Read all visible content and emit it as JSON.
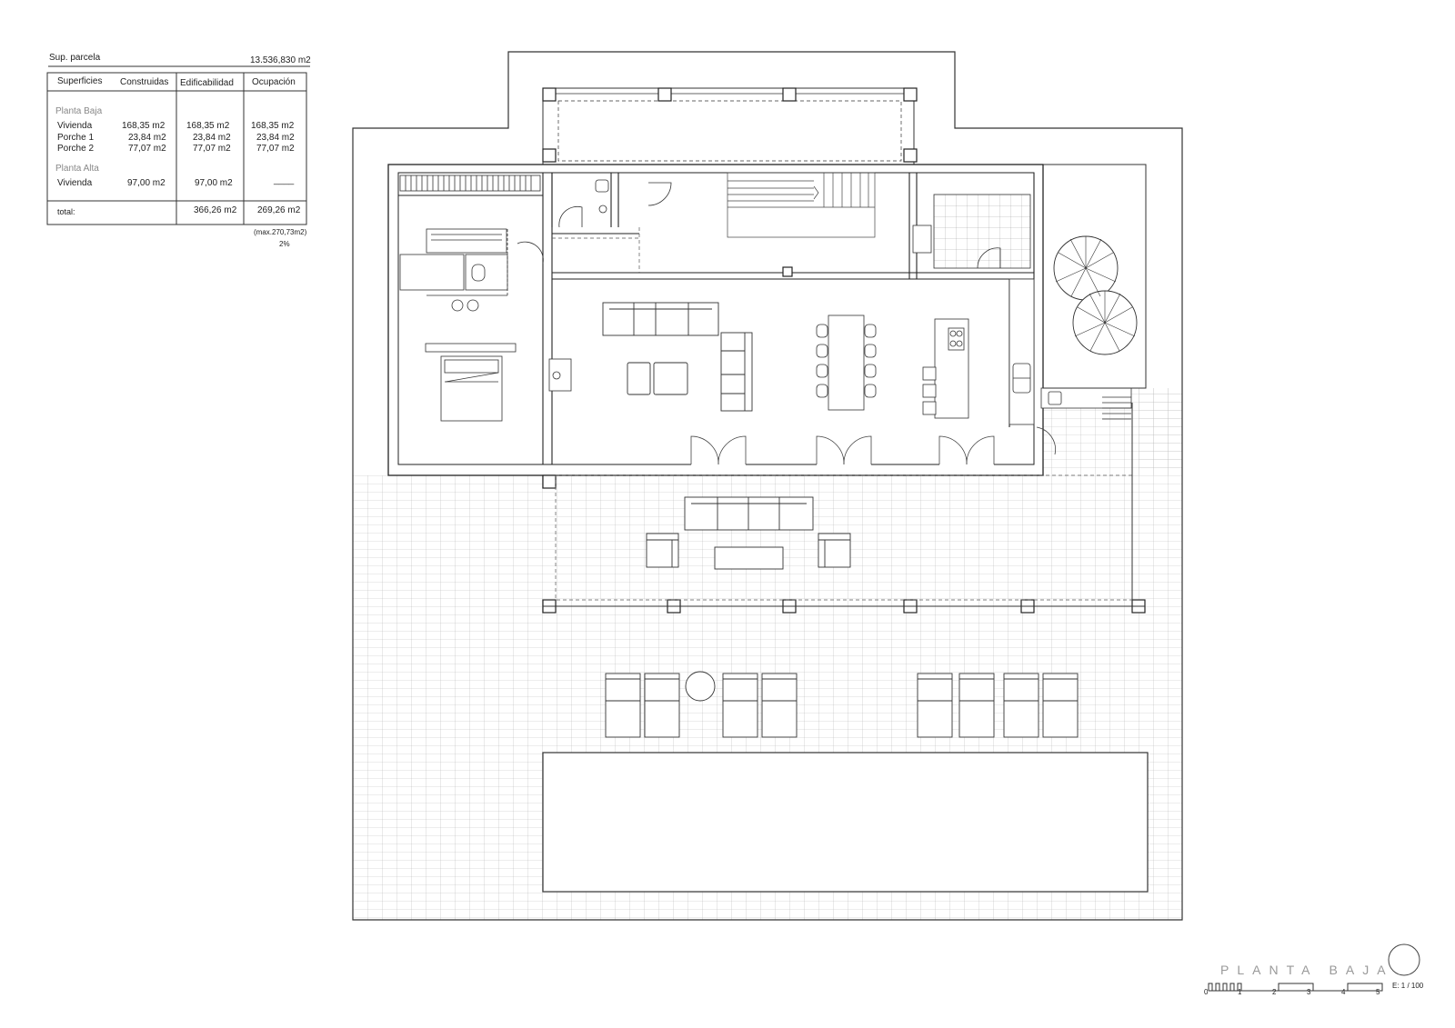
{
  "table": {
    "sup_label": "Sup. parcela",
    "sup_value": "13.536,830 m2",
    "headers": [
      "Superficies",
      "Construidas",
      "Edificabilidad",
      "Ocupación"
    ],
    "planta_baja": "Planta Baja",
    "rows_pb": [
      [
        "Vivienda",
        "168,35 m2",
        "168,35 m2",
        "168,35 m2"
      ],
      [
        "Porche 1",
        "23,84 m2",
        "23,84 m2",
        "23,84 m2"
      ],
      [
        "Porche 2",
        "77,07 m2",
        "77,07 m2",
        "77,07 m2"
      ]
    ],
    "planta_alta": "Planta Alta",
    "rows_pa": [
      [
        "Vivienda",
        "97,00 m2",
        "97,00 m2",
        "____"
      ]
    ],
    "total_label": "total:",
    "total_edif": "366,26 m2",
    "total_ocup": "269,26 m2",
    "max": "(max.270,73m2)",
    "pct": "2%"
  },
  "title": "PLANTA BAJA",
  "scale": {
    "label": "E: 1 / 100",
    "ticks": [
      "0",
      "1",
      "2",
      "3",
      "4",
      "5"
    ]
  }
}
